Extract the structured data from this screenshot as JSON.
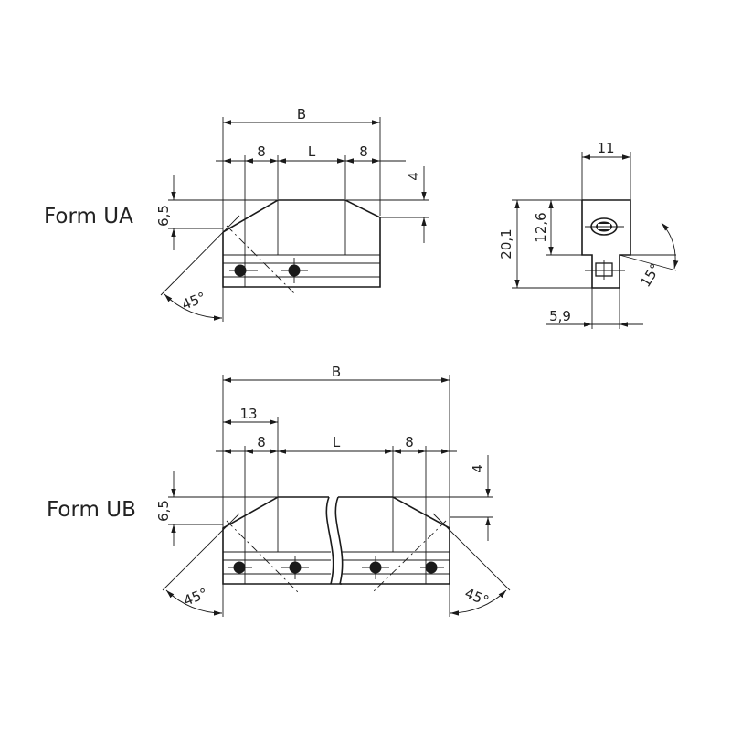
{
  "labels": {
    "form_ua": "Form UA",
    "form_ub": "Form UB"
  },
  "dims": {
    "ua_b": "B",
    "ua_8_left": "8",
    "ua_l": "L",
    "ua_8_right": "8",
    "ua_4": "4",
    "ua_6_5": "6,5",
    "ua_45": "45°",
    "side_11": "11",
    "side_20_1": "20,1",
    "side_12_6": "12,6",
    "side_15": "15°",
    "side_5_9": "5,9",
    "ub_b": "B",
    "ub_13": "13",
    "ub_8_left": "8",
    "ub_l": "L",
    "ub_8_right": "8",
    "ub_4": "4",
    "ub_6_5": "6,5",
    "ub_45_left": "45°",
    "ub_45_right": "45°"
  }
}
